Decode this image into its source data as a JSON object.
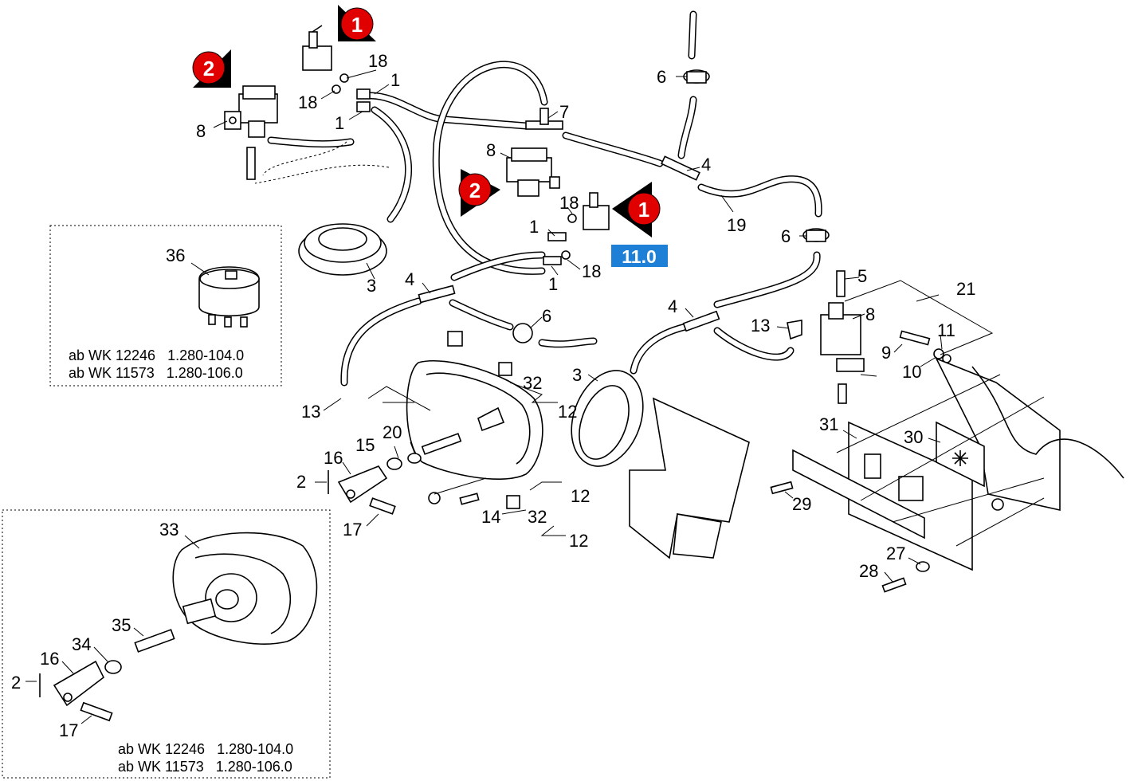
{
  "labels": {
    "p1": "1",
    "p2": "2",
    "p3": "3",
    "p4": "4",
    "p5": "5",
    "p6": "6",
    "p7": "7",
    "p8": "8",
    "p9": "9",
    "p10": "10",
    "p11": "11",
    "p12": "12",
    "p13": "13",
    "p14": "14",
    "p15": "15",
    "p16": "16",
    "p17": "17",
    "p18": "18",
    "p19": "19",
    "p20": "20",
    "p21": "21",
    "p27": "27",
    "p28": "28",
    "p29": "29",
    "p30": "30",
    "p31": "31",
    "p32": "32",
    "p33": "33",
    "p34": "34",
    "p35": "35",
    "p36": "36"
  },
  "markers": {
    "one": "1",
    "two": "2"
  },
  "reference": "11.0",
  "inset_top": {
    "line1": "ab WK 12246   1.280-104.0",
    "line2": "ab WK 11573   1.280-106.0"
  },
  "inset_bottom": {
    "line1": "ab WK 12246   1.280-104.0",
    "line2": "ab WK 11573   1.280-106.0"
  },
  "colors": {
    "marker": "#e00000",
    "reference_badge": "#1e7fd6"
  }
}
